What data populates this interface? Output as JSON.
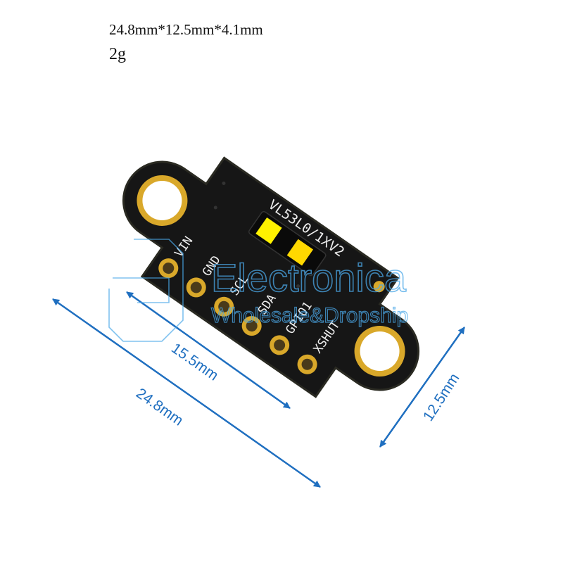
{
  "specs": {
    "dimensions": "24.8mm*12.5mm*4.1mm",
    "weight": "2g"
  },
  "board": {
    "chip_label": "VL53L0/1XV2",
    "pins": [
      "VIN",
      "GND",
      "SCL",
      "SDA",
      "GPIO1",
      "XSHUT"
    ]
  },
  "dimension_labels": {
    "length": "24.8mm",
    "pin_span": "15.5mm",
    "width": "12.5mm"
  },
  "watermark": {
    "brand": "Electronica",
    "tagline": "Wholesale&Dropship"
  },
  "colors": {
    "pcb": "#141414",
    "gold": "#d9a82a",
    "sensor": "#fff200",
    "dimension": "#1f6fc0",
    "watermark": "#4aa8e8"
  }
}
